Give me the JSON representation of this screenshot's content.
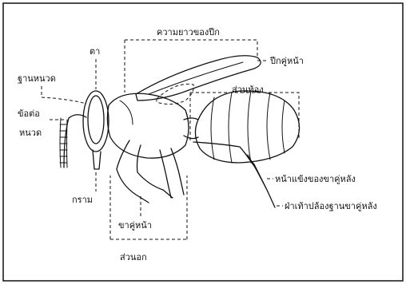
{
  "labels": {
    "wing_length": "ความยาวของปีก",
    "forewing": "ปีกคู่หน้า",
    "eye": "ตา",
    "antenna_base": "ฐานหนวด",
    "antenna_joint_line1": "ข้อต่อ",
    "antenna_joint_line2": "หนวด",
    "mandible": "กราม",
    "abdomen": "ส่วนท้อง",
    "hind_tibia": "หน้าแข้งของขาคู่หลัง",
    "hind_basitarsus": "ฝ่าเท้าปล้องฐานขาคู่หลัง",
    "foreleg": "ขาคู่หน้า",
    "thorax": "ส่วนอก"
  },
  "colors": {
    "ink": "#111111",
    "background": "#ffffff"
  }
}
